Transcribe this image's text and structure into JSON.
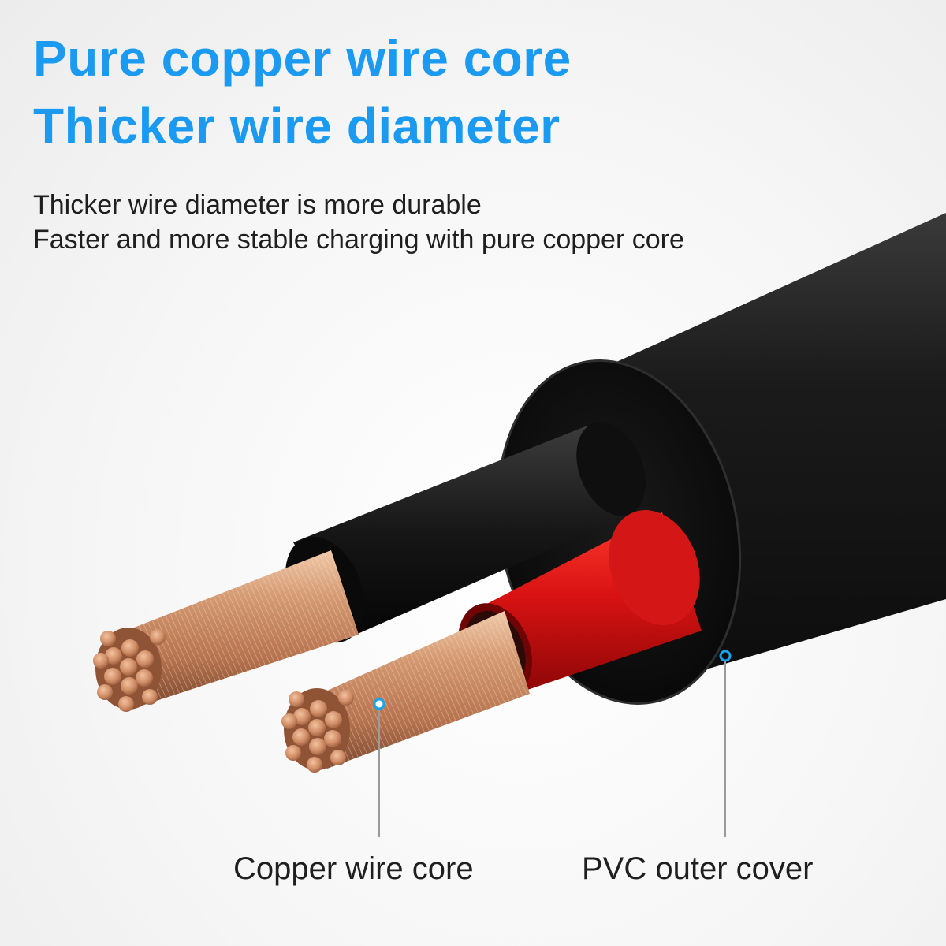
{
  "headline": {
    "line1": "Pure copper wire core",
    "line2": "Thicker wire diameter"
  },
  "description": {
    "line1": "Thicker wire diameter is more durable",
    "line2": "Faster and more stable charging with pure copper core"
  },
  "callouts": {
    "copper": "Copper wire core",
    "pvc": "PVC outer cover"
  },
  "colors": {
    "headline": "#1a9af0",
    "marker": "#1aa3e8",
    "jacket": "#111111",
    "red_insulation": "#e01414",
    "copper": "#c98a62"
  }
}
